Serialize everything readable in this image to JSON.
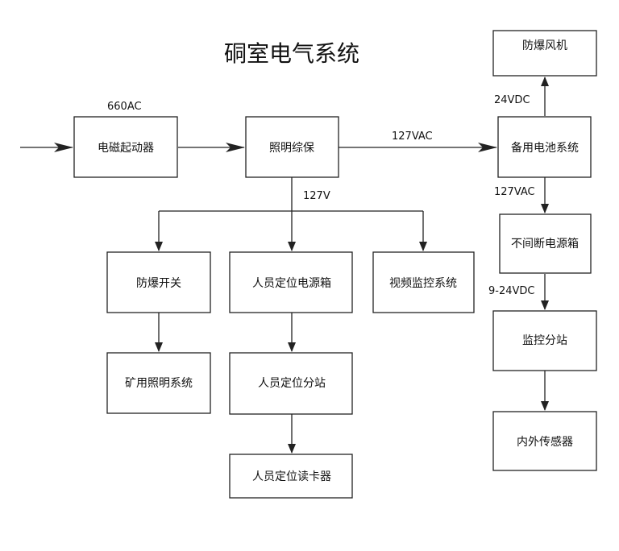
{
  "title": "硐室电气系统",
  "nodes": {
    "em_starter": "电磁起动器",
    "lighting_protector": "照明综保",
    "backup_battery": "备用电池系统",
    "explosion_fan": "防爆风机",
    "ups_box": "不间断电源箱",
    "monitor_substation": "监控分站",
    "internal_external_sensor": "内外传感器",
    "explosion_switch": "防爆开关",
    "mine_lighting": "矿用照明系统",
    "personnel_power_box": "人员定位电源箱",
    "personnel_substation": "人员定位分站",
    "personnel_reader": "人员定位读卡器",
    "video_monitoring": "视频监控系统"
  },
  "edge_labels": {
    "v660ac": "660AC",
    "v127vac_main": "127VAC",
    "v127v": "127V",
    "v24vdc": "24VDC",
    "v127vac_ups": "127VAC",
    "v9_24vdc": "9-24VDC"
  }
}
